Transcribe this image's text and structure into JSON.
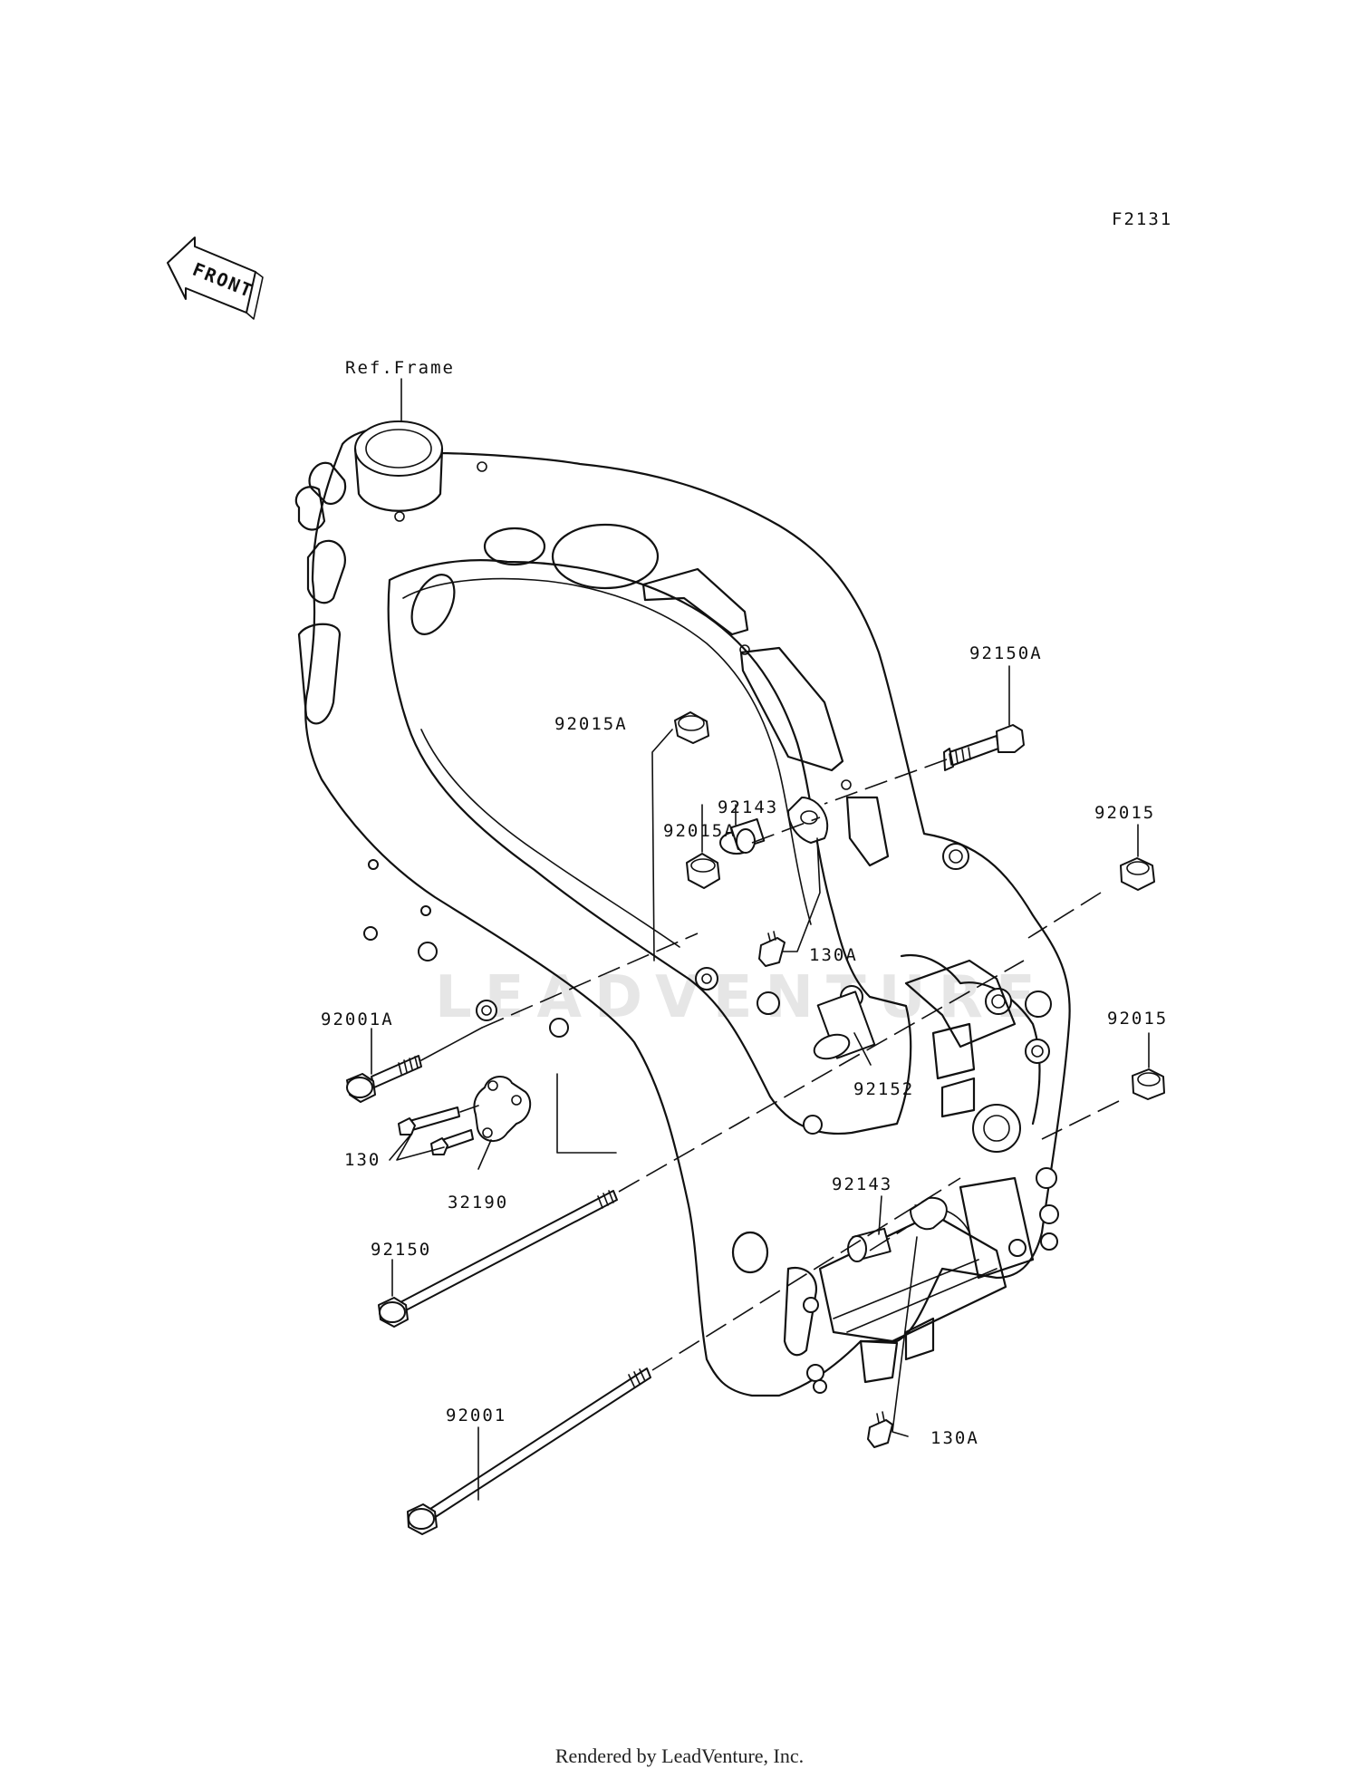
{
  "figure_code": "F2131",
  "front_arrow_label": "FRONT",
  "watermark": "LEADVENTURE",
  "reference_label": "Ref.Frame",
  "callouts": {
    "p92150A": "92150A",
    "p92015A_top": "92015A",
    "p92143_top": "92143",
    "p92015A_mid": "92015A",
    "p92015_upper": "92015",
    "p130A_top": "130A",
    "p92001A": "92001A",
    "p92015_lower": "92015",
    "p92152": "92152",
    "p130": "130",
    "p32190": "32190",
    "p92143_lower": "92143",
    "p92150": "92150",
    "p92001": "92001",
    "p130A_bottom": "130A"
  },
  "footer": "Rendered by LeadVenture, Inc."
}
